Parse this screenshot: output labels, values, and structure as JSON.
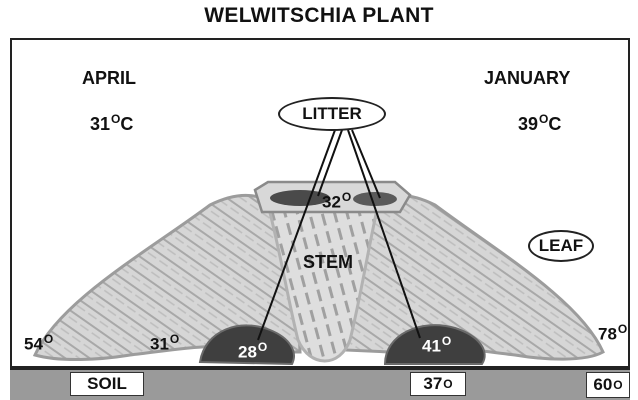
{
  "title": "WELWITSCHIA PLANT",
  "labels": {
    "april": "APRIL",
    "april_temp": "31",
    "april_unit": "C",
    "january": "JANUARY",
    "january_temp": "39",
    "january_unit": "C",
    "litter": "LITTER",
    "leaf": "LEAF",
    "stem": "STEM",
    "soil": "SOIL"
  },
  "temperatures": {
    "top_of_stem": "32",
    "left_edge": "54",
    "left_leaf_base": "31",
    "left_litter": "28",
    "right_litter": "41",
    "right_edge": "78",
    "soil_mid": "37",
    "soil_right": "60"
  },
  "degree_symbol": "O",
  "colors": {
    "soil": "#9a9a9a",
    "plant": "#d0d0d0",
    "litter": "#3a3a3a"
  }
}
